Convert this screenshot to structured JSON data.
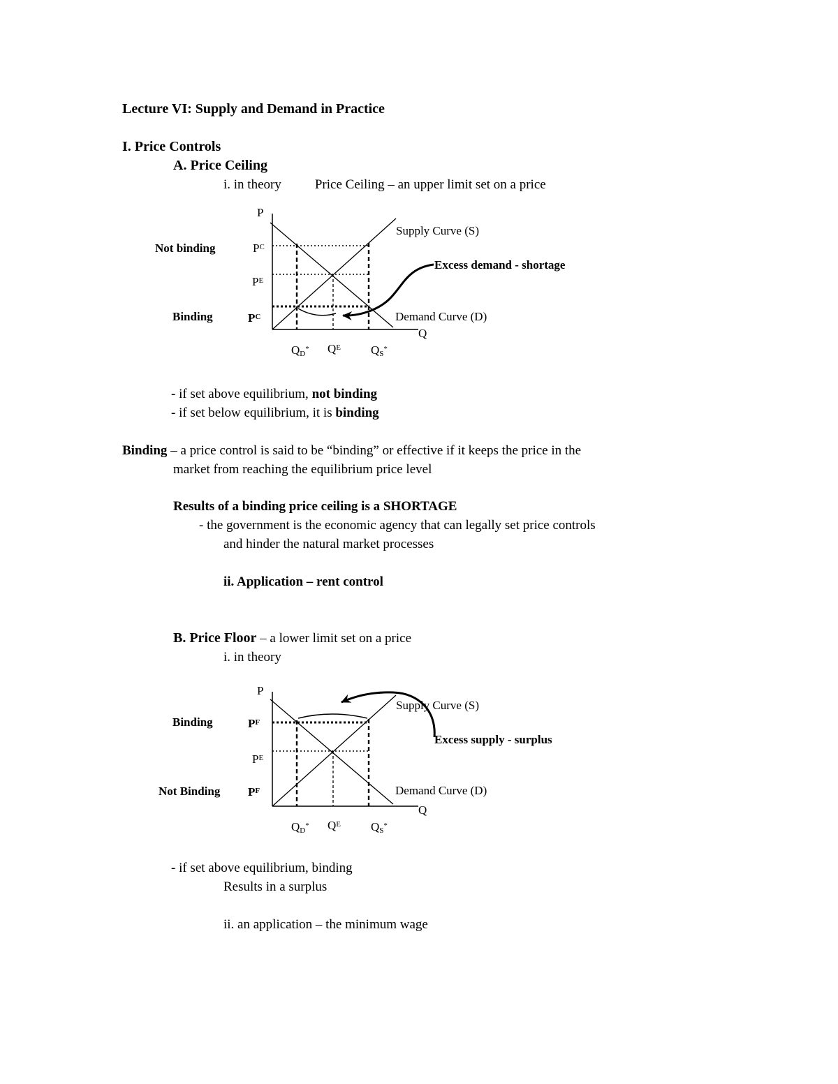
{
  "doc": {
    "title": "Lecture VI: Supply and Demand in Practice",
    "section_i": "I. Price Controls",
    "section_a": "A. Price Ceiling",
    "in_theory_1": "i. in theory",
    "ceiling_def": "Price Ceiling – an upper limit set on a price",
    "above_normal": "- if set above equilibrium, ",
    "above_bold": "not binding",
    "below_normal": "- if set below equilibrium, it is ",
    "below_bold": "binding",
    "binding_term": "Binding",
    "binding_def_1": " – a price control is said to be “binding” or effective if it keeps the price in the",
    "binding_def_2": "market from reaching the equilibrium price level",
    "results_heading": "Results of a binding price ceiling is a SHORTAGE",
    "gov_line_1": "- the government is the economic agency that can legally set price controls",
    "gov_line_2": "and hinder the natural market processes",
    "application_rent": "ii. Application – rent control",
    "section_b_bold": "B. Price Floor",
    "section_b_rest": " – a lower limit set on a price",
    "in_theory_2": "i. in theory",
    "floor_above": "- if set above equilibrium, binding",
    "floor_result": "Results in a surplus",
    "application_wage": "ii. an application – the minimum wage"
  },
  "diagram1": {
    "p_axis_label": "P",
    "q_axis_label": "Q",
    "supply_curve": "Supply Curve (S)",
    "demand_curve": "Demand Curve (D)",
    "not_binding": "Not binding",
    "binding": "Binding",
    "p": "P",
    "sup_c": "C",
    "sup_e": "E",
    "excess": "Excess demand - shortage",
    "q": "Q",
    "sub_d": "D",
    "sub_s": "S",
    "sup_star": "*"
  },
  "diagram2": {
    "p_axis_label": "P",
    "q_axis_label": "Q",
    "supply_curve": "Supply Curve (S)",
    "demand_curve": "Demand Curve (D)",
    "binding": "Binding",
    "not_binding": "Not Binding",
    "p": "P",
    "sup_f": "F",
    "sup_e": "E",
    "excess": "Excess supply - surplus",
    "q": "Q",
    "sub_d": "D",
    "sub_s": "S",
    "sup_star": "*"
  }
}
